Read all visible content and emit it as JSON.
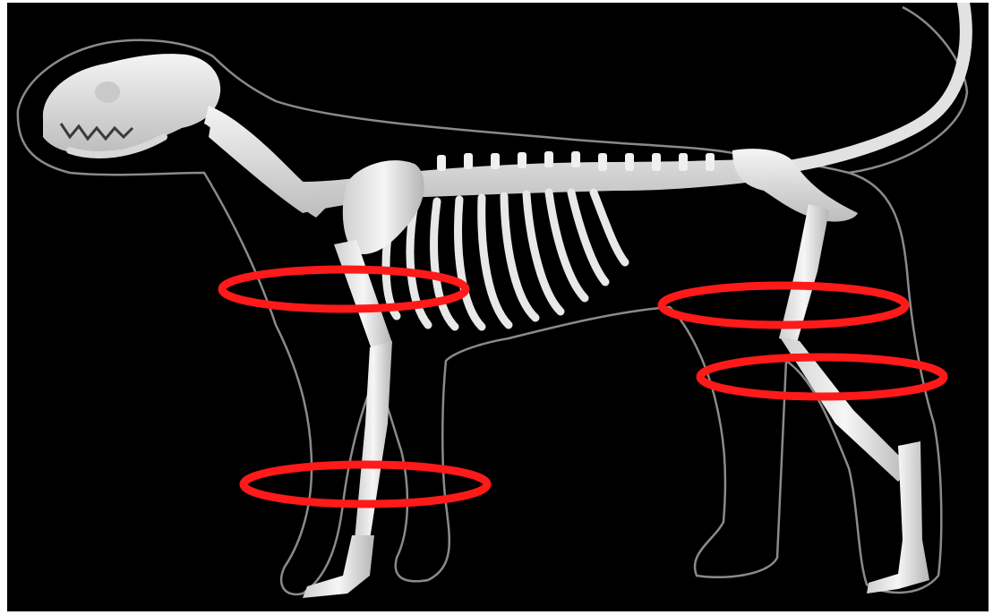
{
  "image": {
    "subject": "dog-skeleton-with-body-outline",
    "background_color": "#000000",
    "bone_color": "#e6e6e6",
    "outline_color": "#9a9a9a",
    "marker_color": "#ff1a1a",
    "markers": [
      {
        "name": "front-upper-leg-marker"
      },
      {
        "name": "front-lower-leg-marker"
      },
      {
        "name": "hind-upper-leg-marker"
      },
      {
        "name": "hind-lower-leg-marker"
      }
    ]
  }
}
